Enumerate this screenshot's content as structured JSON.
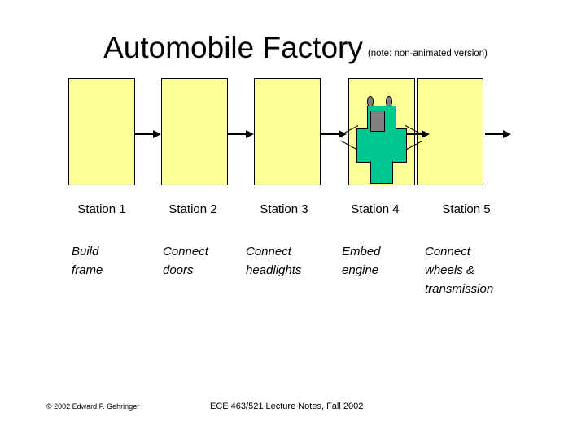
{
  "slide": {
    "title": "Automobile Factory",
    "title_note": "(note: non-animated version)"
  },
  "colors": {
    "station_box_fill": "#FFFF99",
    "station_box_border": "#000000",
    "car_body": "#00C68F",
    "car_engine": "#808080",
    "headlight": "#808080",
    "arrow": "#000000",
    "background": "#FFFFFF",
    "text": "#000000"
  },
  "pipeline": {
    "stations": [
      {
        "label": "Station 1",
        "description": "Build\nframe",
        "description_lines": [
          "Build",
          "frame"
        ],
        "has_car_graphic": false
      },
      {
        "label": "Station 2",
        "description": "Connect\ndoors",
        "description_lines": [
          "Connect",
          "doors"
        ],
        "has_car_graphic": false
      },
      {
        "label": "Station 3",
        "description": "Connect\nheadlights",
        "description_lines": [
          "Connect",
          "headlights"
        ],
        "has_car_graphic": false
      },
      {
        "label": "Station 4",
        "description": "Embed\nengine",
        "description_lines": [
          "Embed",
          "engine"
        ],
        "has_car_graphic": true
      },
      {
        "label": "Station 5",
        "description": "Connect\nwheels &\ntransmission",
        "description_lines": [
          "Connect",
          "wheels &",
          "transmission"
        ],
        "has_car_graphic": false
      }
    ],
    "arrow_count": 5,
    "arrow_icon": "arrow-right-icon"
  },
  "car_graphic": {
    "station_index": 4,
    "parts": [
      {
        "name": "hood",
        "icon": "car-hood-shape"
      },
      {
        "name": "cabin",
        "icon": "car-cabin-shape"
      },
      {
        "name": "rear",
        "icon": "car-rear-shape"
      },
      {
        "name": "engine",
        "icon": "engine-block-icon"
      },
      {
        "name": "headlight-left",
        "icon": "headlight-icon"
      },
      {
        "name": "headlight-right",
        "icon": "headlight-icon"
      },
      {
        "name": "wheel-axle-front-left",
        "icon": "wheel-axle-line"
      },
      {
        "name": "wheel-axle-rear-left",
        "icon": "wheel-axle-line"
      },
      {
        "name": "wheel-axle-front-right",
        "icon": "wheel-axle-line"
      },
      {
        "name": "wheel-axle-rear-right",
        "icon": "wheel-axle-line"
      }
    ]
  },
  "footer": {
    "copyright": "© 2002 Edward F. Gehringer",
    "course": "ECE 463/521 Lecture Notes, Fall 2002"
  }
}
